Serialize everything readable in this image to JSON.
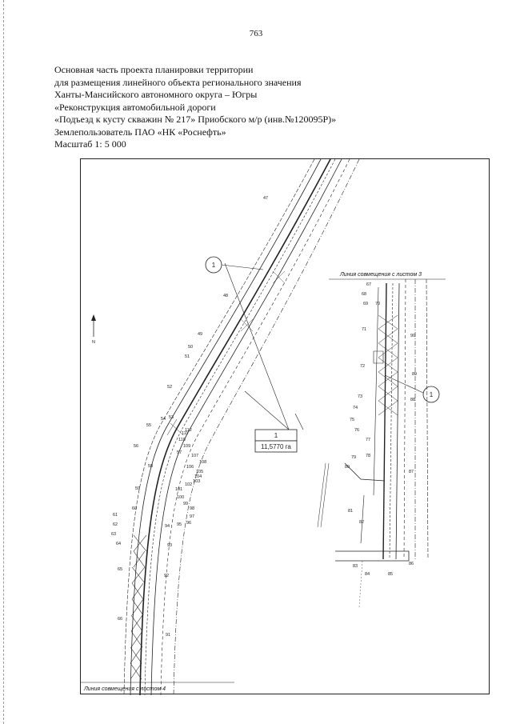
{
  "page_number": "763",
  "header": {
    "line1": "Основная часть проекта планировки территории",
    "line2": "для размещения линейного объекта регионального значения",
    "line3": "Ханты-Мансийского автономного округа – Югры",
    "line4": "«Реконструкция автомобильной дороги",
    "line5": "«Подъезд к кусту скважин № 217» Приобского м/р (инв.№120095Р)»",
    "line6": "Землепользователь ПАО «НК «Роснефть»",
    "line7": "Масштаб 1: 5 000"
  },
  "map": {
    "join_line_top": "Линия совмещения с листом 3",
    "join_line_bottom": "Линия совмещения с листом 4",
    "north_label": "N",
    "parcel": {
      "id": "1",
      "area": "11,5770 га"
    },
    "callout_left": "1",
    "callout_right": "1",
    "points_left": [
      "47",
      "48",
      "49",
      "50",
      "51",
      "52",
      "53",
      "54",
      "55",
      "56",
      "57",
      "58",
      "59",
      "60",
      "61",
      "62",
      "63",
      "64",
      "65",
      "66",
      "91",
      "92",
      "93",
      "94",
      "95",
      "96",
      "97",
      "98",
      "99",
      "100",
      "101",
      "102",
      "103",
      "104",
      "105",
      "106",
      "107",
      "108",
      "109",
      "110",
      "111",
      "112"
    ],
    "points_right": [
      "67",
      "68",
      "69",
      "70",
      "71",
      "72",
      "73",
      "74",
      "75",
      "76",
      "77",
      "78",
      "79",
      "80",
      "81",
      "82",
      "83",
      "84",
      "85",
      "86",
      "87",
      "88",
      "89",
      "90"
    ]
  }
}
